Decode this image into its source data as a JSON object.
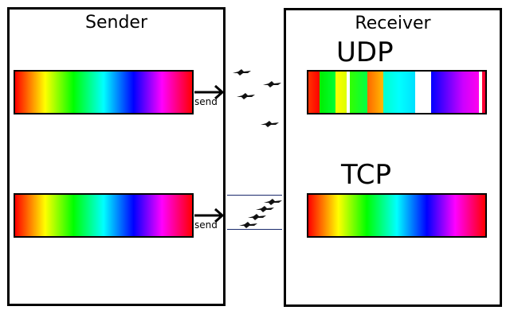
{
  "sender": {
    "title": "Sender",
    "send_labels": [
      "send",
      "send"
    ]
  },
  "receiver": {
    "title": "Receiver",
    "udp_label": "UDP",
    "tcp_label": "TCP"
  },
  "colors": {
    "stroke": "#000000",
    "tcp_channel": "#1a2a6c",
    "packet": "#111111"
  },
  "icons": [
    "arrow-right-icon",
    "packet-icon"
  ]
}
